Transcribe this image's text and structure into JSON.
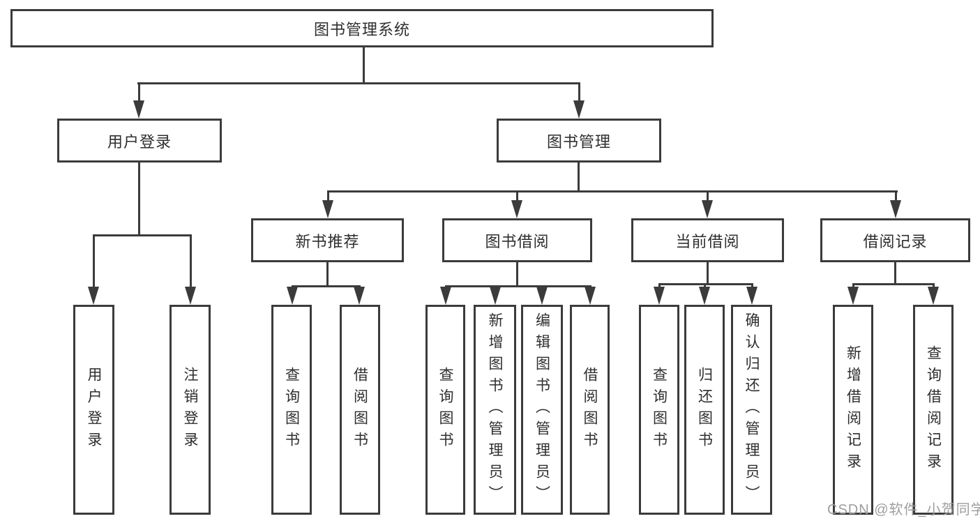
{
  "title": "图书管理系统",
  "tree": {
    "label": "图书管理系统",
    "children": [
      {
        "label": "用户登录",
        "children": [
          {
            "label": "用户登录"
          },
          {
            "label": "注销登录"
          }
        ]
      },
      {
        "label": "图书管理",
        "children": [
          {
            "label": "新书推荐",
            "children": [
              {
                "label": "查询图书"
              },
              {
                "label": "借阅图书"
              }
            ]
          },
          {
            "label": "图书借阅",
            "children": [
              {
                "label": "查询图书"
              },
              {
                "label": "新增图书（管理员）"
              },
              {
                "label": "编辑图书（管理员）"
              },
              {
                "label": "借阅图书"
              }
            ]
          },
          {
            "label": "当前借阅",
            "children": [
              {
                "label": "查询图书"
              },
              {
                "label": "归还图书"
              },
              {
                "label": "确认归还（管理员）"
              }
            ]
          },
          {
            "label": "借阅记录",
            "children": [
              {
                "label": "新增借阅记录"
              },
              {
                "label": "查询借阅记录"
              }
            ]
          }
        ]
      }
    ]
  },
  "watermark": {
    "text": "CSDN @软件_小贺同学",
    "color": "#9e9e9e"
  },
  "colors": {
    "line": "#3b3b3b",
    "text": "#2e2e2e",
    "background": "#ffffff"
  }
}
